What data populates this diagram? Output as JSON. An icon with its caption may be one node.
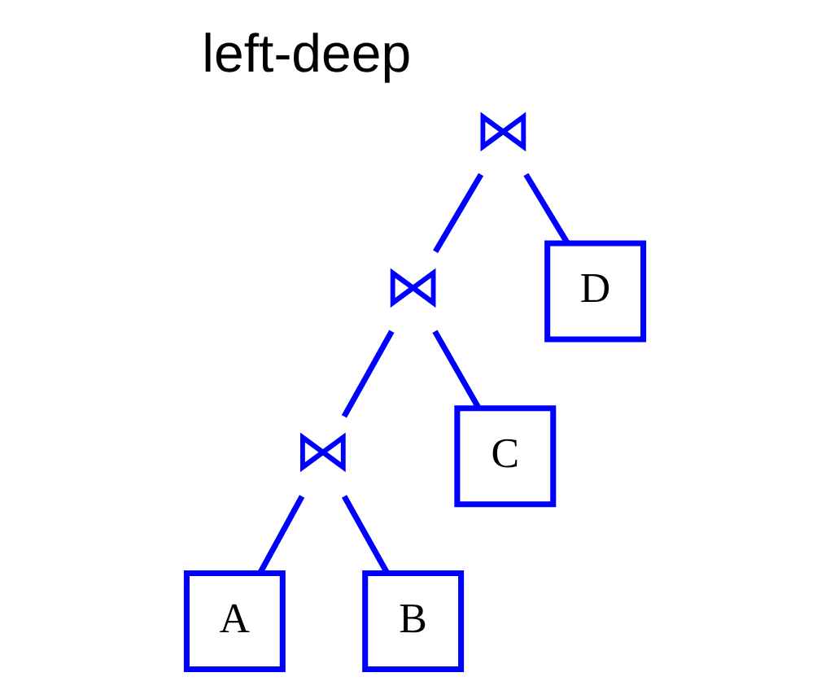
{
  "diagram": {
    "title": "left-deep",
    "nodes": [
      {
        "text": [
          "⋈"
        ]
      },
      {
        "text": [
          "⋈"
        ]
      },
      {
        "text": [
          "D"
        ]
      },
      {
        "text": [
          "⋈"
        ]
      },
      {
        "text": [
          "C"
        ]
      },
      {
        "text": [
          "A"
        ]
      },
      {
        "text": [
          "B"
        ]
      }
    ],
    "edges": [
      {
        "from": 0,
        "to": 1,
        "arrow": "none"
      },
      {
        "from": 0,
        "to": 2,
        "arrow": "none"
      },
      {
        "from": 1,
        "to": 3,
        "arrow": "none"
      },
      {
        "from": 1,
        "to": 4,
        "arrow": "none"
      },
      {
        "from": 3,
        "to": 5,
        "arrow": "none"
      },
      {
        "from": 3,
        "to": 6,
        "arrow": "none"
      }
    ]
  }
}
